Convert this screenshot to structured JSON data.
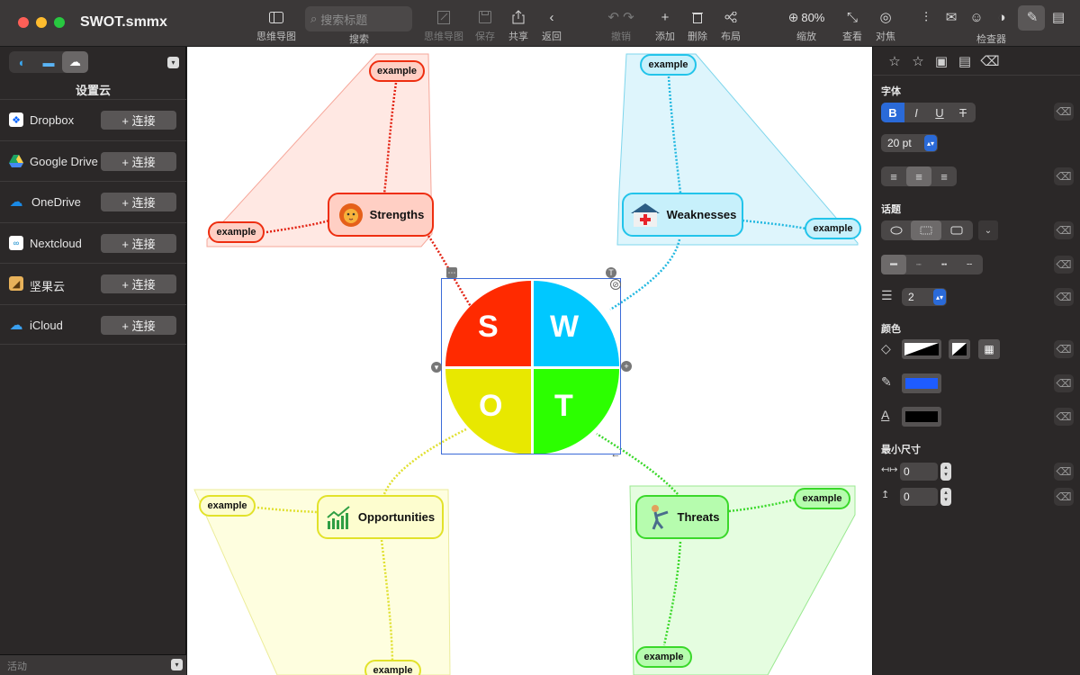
{
  "window": {
    "title": "SWOT.smmx"
  },
  "toolbar": {
    "mindmap_label": "思维导图",
    "search_placeholder": "搜索标题",
    "search_label": "搜索",
    "mindmap2_label": "思维导图",
    "save_label": "保存",
    "share_label": "共享",
    "back_label": "返回",
    "undo_label": "撤销",
    "add_label": "添加",
    "delete_label": "删除",
    "layout_label": "布局",
    "zoom_value": "80%",
    "zoom_label": "缩放",
    "view_label": "查看",
    "focus_label": "对焦",
    "inspector_label": "检查器"
  },
  "sidebar": {
    "title": "设置云",
    "connect_label": "+ 连接",
    "services": [
      {
        "name": "Dropbox",
        "icon": "dropbox-icon"
      },
      {
        "name": "Google Drive",
        "icon": "google-drive-icon"
      },
      {
        "name": "OneDrive",
        "icon": "onedrive-icon"
      },
      {
        "name": "Nextcloud",
        "icon": "nextcloud-icon"
      },
      {
        "name": "坚果云",
        "icon": "jianguoyun-icon"
      },
      {
        "name": "iCloud",
        "icon": "icloud-icon"
      }
    ],
    "activity_label": "活动"
  },
  "mindmap": {
    "central": {
      "letters": [
        "S",
        "W",
        "O",
        "T"
      ],
      "colors": [
        "#ff2a00",
        "#00c8ff",
        "#e8e800",
        "#2cff00"
      ]
    },
    "topics": [
      {
        "label": "Strengths",
        "icon": "lion-icon",
        "fill": "#ffcfc4",
        "border": "#ee2e10",
        "leaves": [
          "example",
          "example"
        ]
      },
      {
        "label": "Weaknesses",
        "icon": "hospital-icon",
        "fill": "#c7f0fb",
        "border": "#22c4ea",
        "leaves": [
          "example",
          "example"
        ]
      },
      {
        "label": "Opportunities",
        "icon": "growth-chart-icon",
        "fill": "#fdfdcf",
        "border": "#e2e22a",
        "leaves": [
          "example",
          "example"
        ]
      },
      {
        "label": "Threats",
        "icon": "fighter-icon",
        "fill": "#b6fcae",
        "border": "#3ad82a",
        "leaves": [
          "example",
          "example"
        ]
      }
    ]
  },
  "inspector": {
    "font_section": "字体",
    "font_size": "20 pt",
    "topic_section": "话题",
    "line_width": "2",
    "color_section": "颜色",
    "min_size_section": "最小尺寸",
    "min_width": "0",
    "min_height": "0",
    "stroke_color": "#1e5cff",
    "text_color": "#000000"
  }
}
